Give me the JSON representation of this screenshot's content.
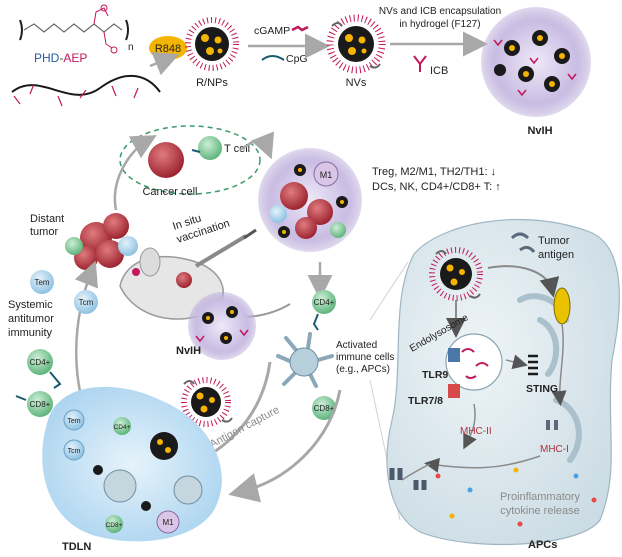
{
  "polymer": {
    "name_left": "PHD",
    "dash": "-",
    "name_right": "AEP",
    "subscript": "n"
  },
  "top_row": {
    "r848": "R848",
    "rnps": "R/NPs",
    "cgamp": "cGAMP",
    "cpg": "CpG",
    "nvs": "NVs",
    "encapsulation_line1": "NVs and ICB encapsulation",
    "encapsulation_line2": "in hydrogel (F127)",
    "icb": "ICB",
    "nvih": "NvIH"
  },
  "tumor_panel": {
    "t_cell": "T cell",
    "cancer_cell": "Cancer cell",
    "distant_tumor_line1": "Distant",
    "distant_tumor_line2": "tumor",
    "in_situ_line1": "In situ",
    "in_situ_line2": "vaccination",
    "m1": "M1",
    "effects_line1": "Treg, M2/M1, TH2/TH1: ↓",
    "effects_line2": "DCs, NK, CD4+/CD8+ T: ↑",
    "nvih_mouse": "NvIH"
  },
  "immunity": {
    "tem": "Tem",
    "tcm": "Tcm",
    "systemic_line1": "Systemic",
    "systemic_line2": "antitumor",
    "systemic_line3": "immunity",
    "cd4": "CD4+",
    "cd8": "CD8+"
  },
  "center": {
    "cd4": "CD4+",
    "cd8": "CD8+",
    "activated_line1": "Activated",
    "activated_line2": "immune cells",
    "activated_line3": "(e.g., APCs)",
    "antigen_capture": "Antigen capture"
  },
  "tdln": {
    "label": "TDLN",
    "tem": "Tem",
    "tcm": "Tcm",
    "cd4": "CD4+",
    "cd8": "CD8+",
    "m1": "M1"
  },
  "apc_panel": {
    "tumor_antigen_line1": "Tumor",
    "tumor_antigen_line2": "antigen",
    "endolysosome": "Endolysosome",
    "tlr9": "TLR9",
    "tlr78": "TLR7/8",
    "sting": "STING",
    "mhc2": "MHC-II",
    "mhc1": "MHC-I",
    "cytokine_line1": "Proinflammatory",
    "cytokine_line2": "cytokine release",
    "label": "APCs"
  },
  "colors": {
    "nanoparticle_core": "#1a1a1a",
    "nanoparticle_spike": "#c2185b",
    "r848": "#f5b400",
    "hydrogel": "#b9a9d6",
    "tdln": "#bfe0f5",
    "apc": "#d9e6ec",
    "tumor": "#b8323a",
    "arrow": "#a8a8a8",
    "t_cell": "#7fcf9a"
  }
}
